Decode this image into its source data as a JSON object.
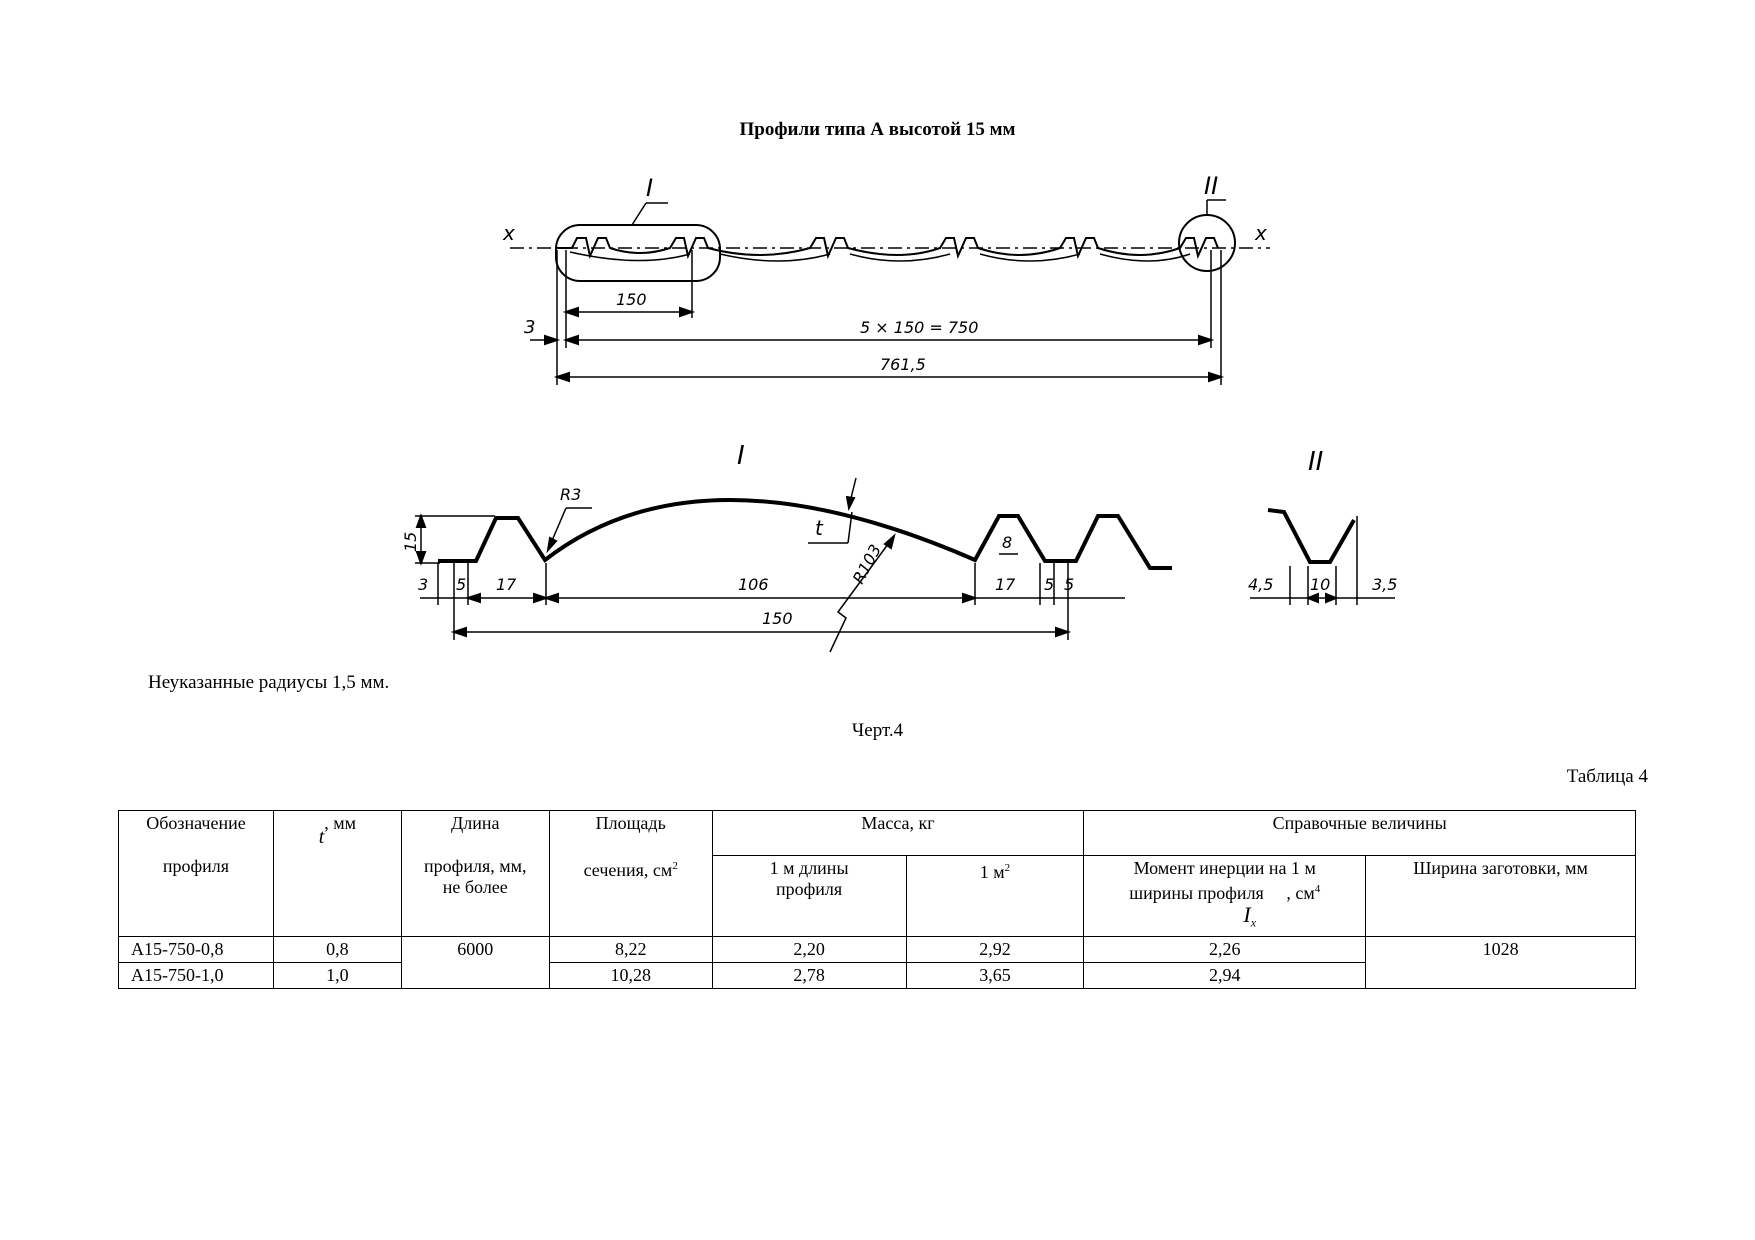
{
  "page": {
    "title": "Профили типа А высотой 15 мм",
    "note": "Неуказанные радиусы 1,5 мм.",
    "figure_caption": "Черт.4",
    "table_caption": "Таблица 4"
  },
  "drawing": {
    "overview": {
      "view_I": "I",
      "view_II": "II",
      "axis_left": "x",
      "axis_right": "x",
      "dim_pitch": "150",
      "dim_offset": "3",
      "dim_total_pitch": "5 × 150 = 750",
      "dim_overall": "761,5"
    },
    "detail_I": {
      "label": "I",
      "r3": "R3",
      "height": "15",
      "thickness": "t",
      "r103": "R103",
      "d3": "3",
      "d5a": "5",
      "d17a": "17",
      "d106": "106",
      "d17b": "17",
      "d5b": "5",
      "d5c": "5",
      "d8": "8",
      "d150": "150"
    },
    "detail_II": {
      "label": "II",
      "d45": "4,5",
      "d10": "10",
      "d35": "3,5"
    }
  },
  "table": {
    "head": {
      "designation_a": "Обозначение",
      "designation_b": "профиля",
      "t_sym": "t",
      "t_unit": ", мм",
      "length_a": "Длина",
      "length_b": "профиля, мм,",
      "length_c": "не более",
      "area_a": "Площадь",
      "area_b": "сечения, см",
      "area_sup": "2",
      "mass": "Масса, кг",
      "mass_1m": "1 м длины",
      "mass_1m_b": "профиля",
      "mass_1m2": "1 м",
      "mass_1m2_sup": "2",
      "ref": "Справочные величины",
      "moment_a": "Момент инерции на 1 м",
      "moment_b": "ширины профиля",
      "moment_c": ", см",
      "moment_sup": "4",
      "moment_sym": "I",
      "moment_sub": "x",
      "blank_width": "Ширина заготовки, мм"
    },
    "rows": [
      {
        "designation": "А15-750-0,8",
        "t": "0,8",
        "area": "8,22",
        "mass_m": "2,20",
        "mass_m2": "2,92",
        "moment": "2,26"
      },
      {
        "designation": "А15-750-1,0",
        "t": "1,0",
        "area": "10,28",
        "mass_m": "2,78",
        "mass_m2": "3,65",
        "moment": "2,94"
      }
    ],
    "length_shared": "6000",
    "blank_width_shared": "1028"
  }
}
